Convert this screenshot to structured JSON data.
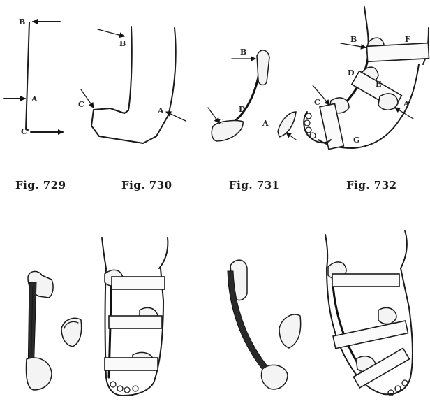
{
  "captions": {
    "fig729": "Fig. 729",
    "fig730": "Fig. 730",
    "fig731": "Fig. 731",
    "fig732": "Fig. 732"
  },
  "labels": {
    "fig729": {
      "b": "B",
      "a": "A",
      "c": "C"
    },
    "fig730": {
      "b": "B",
      "c": "C",
      "a": "A"
    },
    "fig731": {
      "b": "B",
      "d": "D",
      "c": "C",
      "a": "A"
    },
    "fig732": {
      "b": "B",
      "f": "F",
      "d": "D",
      "e": "E",
      "c": "C",
      "a": "A",
      "g": "G"
    }
  }
}
